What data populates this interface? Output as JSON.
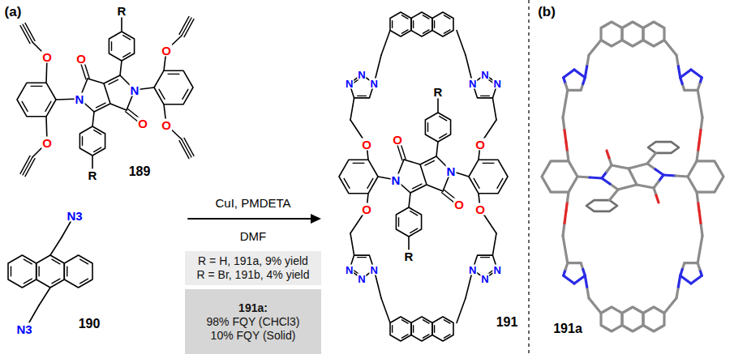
{
  "diagram": {
    "nodes": [
      {
        "text": [
          "R = H, 191a, 9% yield",
          "R = Br, 191b, 4% yield"
        ]
      },
      {
        "text": [
          "191a:",
          "98% FQY (CHCl3)",
          "10% FQY (Solid)"
        ]
      }
    ],
    "labels": [
      "(a)",
      "(b)",
      "R",
      "R",
      "O",
      "O",
      "O",
      "O",
      "O",
      "O",
      "N",
      "N",
      "189",
      "N3",
      "N3",
      "190",
      "CuI, PMDETA",
      "DMF",
      "R",
      "R",
      "O",
      "O",
      "O",
      "O",
      "O",
      "O",
      "N",
      "N",
      "N",
      "N",
      "N",
      "N",
      "N",
      "N",
      "N",
      "N",
      "N",
      "N",
      "N",
      "N",
      "191",
      "191a"
    ]
  }
}
